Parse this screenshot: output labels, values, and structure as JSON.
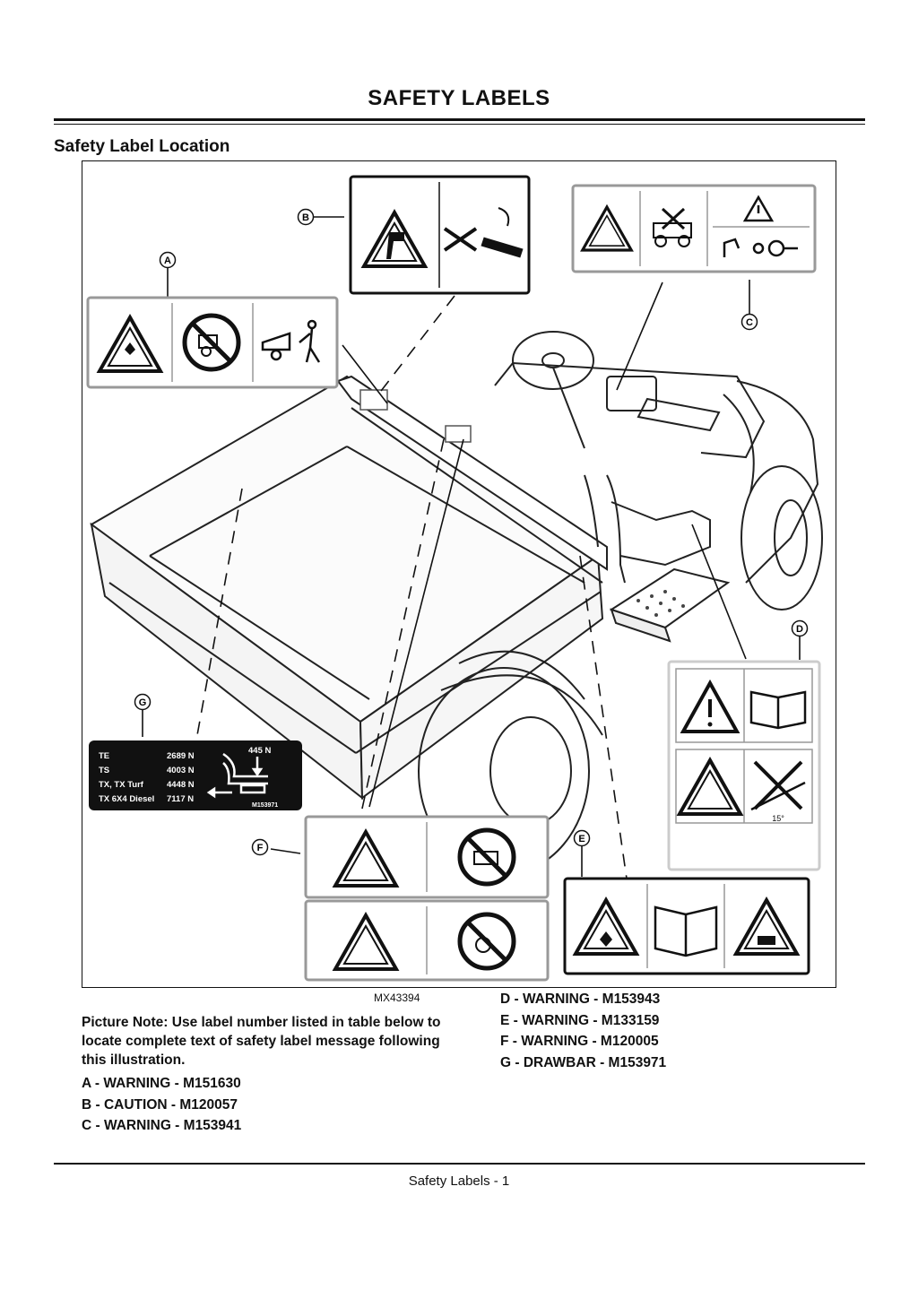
{
  "page": {
    "title": "SAFETY LABELS",
    "section_title": "Safety Label Location",
    "footer": "Safety Labels - 1"
  },
  "figure": {
    "code": "MX43394",
    "callouts": [
      "A",
      "B",
      "C",
      "D",
      "E",
      "F",
      "G"
    ],
    "drawbar_label": {
      "rows": [
        {
          "model": "TE",
          "value": "2689 N"
        },
        {
          "model": "TS",
          "value": "4003 N"
        },
        {
          "model": "TX, TX Turf",
          "value": "4448 N"
        },
        {
          "model": "TX 6X4 Diesel",
          "value": "7117 N"
        }
      ],
      "load": "445 N",
      "part": "M153971"
    },
    "slope_text": "15°"
  },
  "note": "Picture Note: Use label number listed in table below to locate complete text of safety label message following this illustration.",
  "labels": [
    {
      "text": "A  - WARNING - M151630"
    },
    {
      "text": "B  - CAUTION - M120057"
    },
    {
      "text": "C  - WARNING - M153941"
    },
    {
      "text": "D  - WARNING - M153943"
    },
    {
      "text": "E  - WARNING - M133159"
    },
    {
      "text": "F  - WARNING - M120005"
    },
    {
      "text": "G - DRAWBAR - M153971"
    }
  ]
}
